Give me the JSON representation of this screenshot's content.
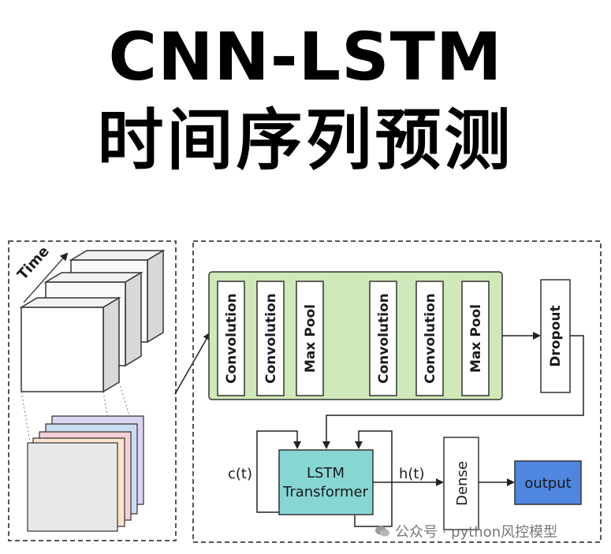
{
  "title": {
    "line1": "CNN-LSTM",
    "line2": "时间序列预测"
  },
  "input": {
    "time_label": "Time"
  },
  "cnn_block": {
    "layers": [
      "Convolution",
      "Convolution",
      "Max Pool",
      "Convolution",
      "Convolution",
      "Max Pool"
    ],
    "dropout": "Dropout",
    "fill_color": "#cfe9b9"
  },
  "lstm": {
    "label_line1": "LSTM",
    "label_line2": "Transformer",
    "cell_state": "c(t)",
    "hidden_state": "h(t)",
    "fill_color": "#86d6d4"
  },
  "dense": {
    "label": "Dense"
  },
  "output": {
    "label": "output",
    "fill_color": "#4f86e0"
  },
  "watermark": {
    "text": "公众号 · python风控模型"
  }
}
